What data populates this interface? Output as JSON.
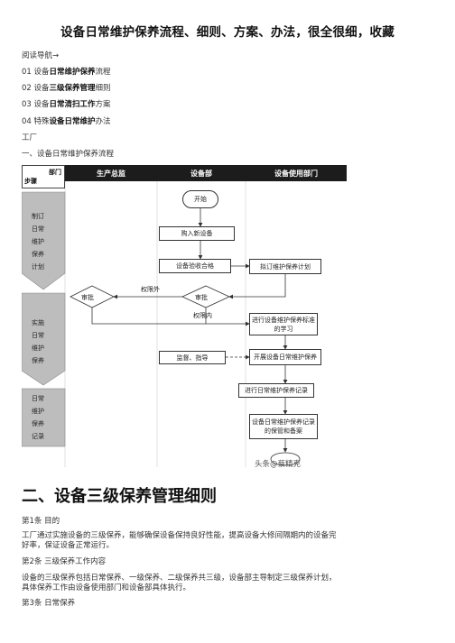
{
  "title": "设备日常维护保养流程、细则、方案、办法，很全很细，收藏",
  "nav": {
    "heading": "阅读导航→",
    "items": [
      {
        "num": "01 设备",
        "bold": "日常维护保养",
        "rest": "流程"
      },
      {
        "num": "02 设备",
        "bold": "三级保养管理",
        "rest": "细则"
      },
      {
        "num": "03 设备",
        "bold": "日常清扫工作",
        "rest": "方案"
      },
      {
        "num": "04 特殊",
        "bold": "设备日常维护",
        "rest": "办法"
      }
    ]
  },
  "factory": "工厂",
  "section1": "一、设备日常维护保养流程",
  "flow": {
    "corner_top": "部门",
    "corner_bottom": "步骤",
    "col1": "生产总监",
    "col2": "设备部",
    "col3": "设备使用部门",
    "stage1": [
      "制订",
      "日常",
      "维护",
      "保养",
      "计划"
    ],
    "stage2": [
      "实施",
      "日常",
      "维护",
      "保养"
    ],
    "stage3": [
      "日常",
      "维护",
      "保养",
      "记录"
    ],
    "start": "开始",
    "buy": "购入新设备",
    "accept": "设备验收合格",
    "plan": "拟订维护保养计划",
    "review1": "审批",
    "review2": "审批",
    "over": "权限外",
    "within": "权限内",
    "learn": "进行设备维护保养标准的学习",
    "supervise": "监督、指导",
    "carry": "开展设备日常维护保养",
    "record": "进行日常维护保养记录",
    "archive": "设备日常维护保养记录的保管和备案"
  },
  "watermark": "头条@蔡精克",
  "section2": "二、设备三级保养管理细则",
  "art1_title": "第1条 目的",
  "art1_lines": [
    "工厂通过实施设备的三级保养，能够确保设备保持良好性能，提高设备大修间隔期内的设备完",
    "好率，保证设备正常运行。"
  ],
  "art2_title": "第2条 三级保养工作内容",
  "art2_lines": [
    "设备的三级保养包括日常保养、一级保养、二级保养共三级，设备部主导制定三级保养计划，",
    "具体保养工作由设备使用部门和设备部具体执行。"
  ],
  "art3_title": "第3条 日常保养"
}
